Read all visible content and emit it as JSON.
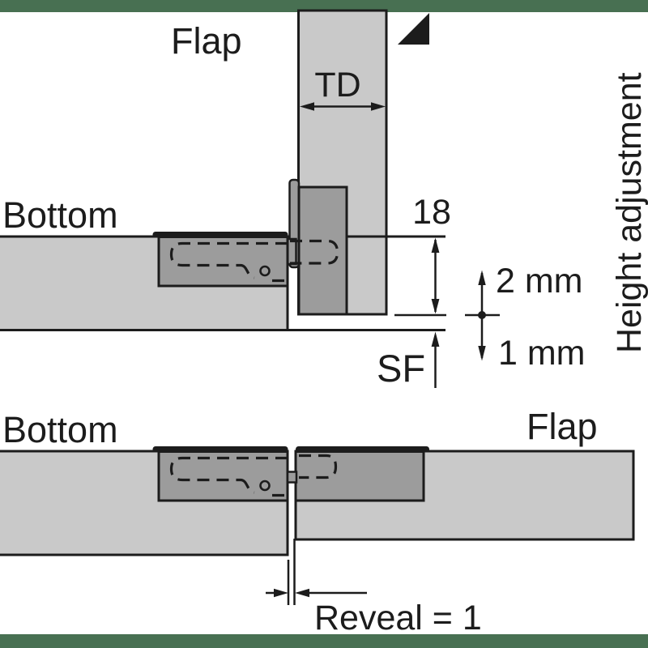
{
  "colors": {
    "panel_gray": "#c9c9c9",
    "hinge_gray": "#9c9c9c",
    "ink": "#1c1c1c",
    "accent_green": "#487052",
    "page_bg": "#ffffff"
  },
  "top_diagram": {
    "flap_label": "Flap",
    "bottom_label": "Bottom",
    "td_label": "TD",
    "thickness_value": "18",
    "sf_label": "SF",
    "adjust_up_label": "2 mm",
    "adjust_down_label": "1 mm",
    "height_adjustment_label": "Height adjustment"
  },
  "bottom_diagram": {
    "bottom_label": "Bottom",
    "flap_label": "Flap",
    "reveal_label": "Reveal = 1"
  }
}
